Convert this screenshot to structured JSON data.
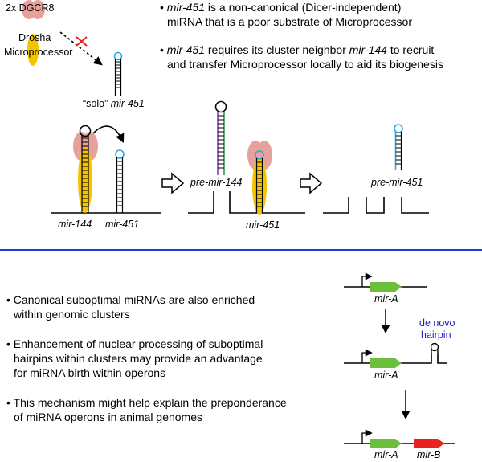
{
  "top_panel": {
    "protein_labels": {
      "dgcr8": "2x DGCR8",
      "drosha": "Drosha",
      "microprocessor": "Microprocessor"
    },
    "solo_label": {
      "prefix": "“solo” ",
      "gene": "mir-451"
    },
    "bullets": [
      {
        "gene": "mir-451",
        "line1_rest": " is a non-canonical (Dicer-independent)",
        "line2": "miRNA that is a poor substrate of Microprocessor"
      },
      {
        "gene": "mir-451",
        "line1_mid": " requires its cluster neighbor ",
        "gene2": "mir-144",
        "line1_rest": " to recruit",
        "line2": "and transfer Microprocessor locally to aid its biogenesis"
      }
    ],
    "step_labels": {
      "mir144": "mir-144",
      "mir451": "mir-451",
      "pre_mir144": "pre-mir-144",
      "mir451_mid": "mir-451",
      "pre_mir451": "pre-mir-451"
    }
  },
  "bottom_panel": {
    "bullets": [
      {
        "line1": "Canonical suboptimal miRNAs are also enriched",
        "line2": "within genomic clusters"
      },
      {
        "line1": "Enhancement of nuclear processing of suboptimal",
        "line2": "hairpins within clusters may provide an advantage",
        "line3": "for miRNA birth within operons"
      },
      {
        "line1": "This mechanism might help explain the preponderance",
        "line2": "of miRNA operons in animal genomes"
      }
    ],
    "gene_labels": {
      "mirA_1": "mir-A",
      "mirA_2": "mir-A",
      "mirA_3": "mir-A",
      "mirB": "mir-B"
    },
    "de_novo": {
      "line1": "de novo",
      "line2": "hairpin"
    }
  },
  "colors": {
    "divider": "#1a3fd6",
    "drosha": "#f5c400",
    "dgcr8": "#e6a19b",
    "loop": "#29a9e0",
    "strand_purple": "#8b3fa8",
    "strand_green": "#2e9a4a",
    "gene_green": "#6cbf3c",
    "gene_red": "#e8231f",
    "de_novo_text": "#1c1ccf",
    "x_mark": "#e8231f"
  }
}
